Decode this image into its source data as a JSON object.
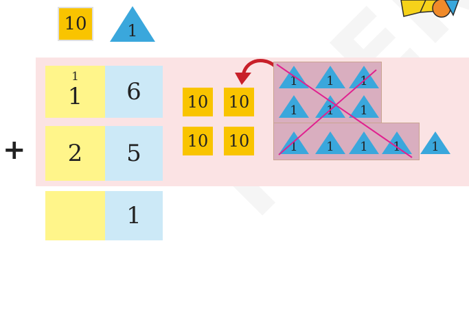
{
  "legend": {
    "ten_label": "10",
    "one_label": "1"
  },
  "sum": {
    "operator": "+",
    "rows": [
      {
        "tens": "1",
        "carry": "1",
        "ones": "6"
      },
      {
        "tens": "2",
        "ones": "5"
      },
      {
        "tens": "",
        "ones": "1"
      }
    ]
  },
  "regroup": {
    "tens": [
      "10",
      "10",
      "10",
      "10"
    ],
    "ones_label": "1"
  },
  "colors": {
    "ten_tile": "#f9c400",
    "tens_column": "#fff58a",
    "ones_column": "#cce9f7",
    "panel": "#fbe3e4",
    "triangle": "#3aa7dc",
    "cross_lines": "#e0208f",
    "arrow": "#c8202a"
  },
  "icons": [
    "ten-tile",
    "one-triangle",
    "curved-arrow-icon",
    "pencil-icon"
  ],
  "watermark": "NCERT"
}
